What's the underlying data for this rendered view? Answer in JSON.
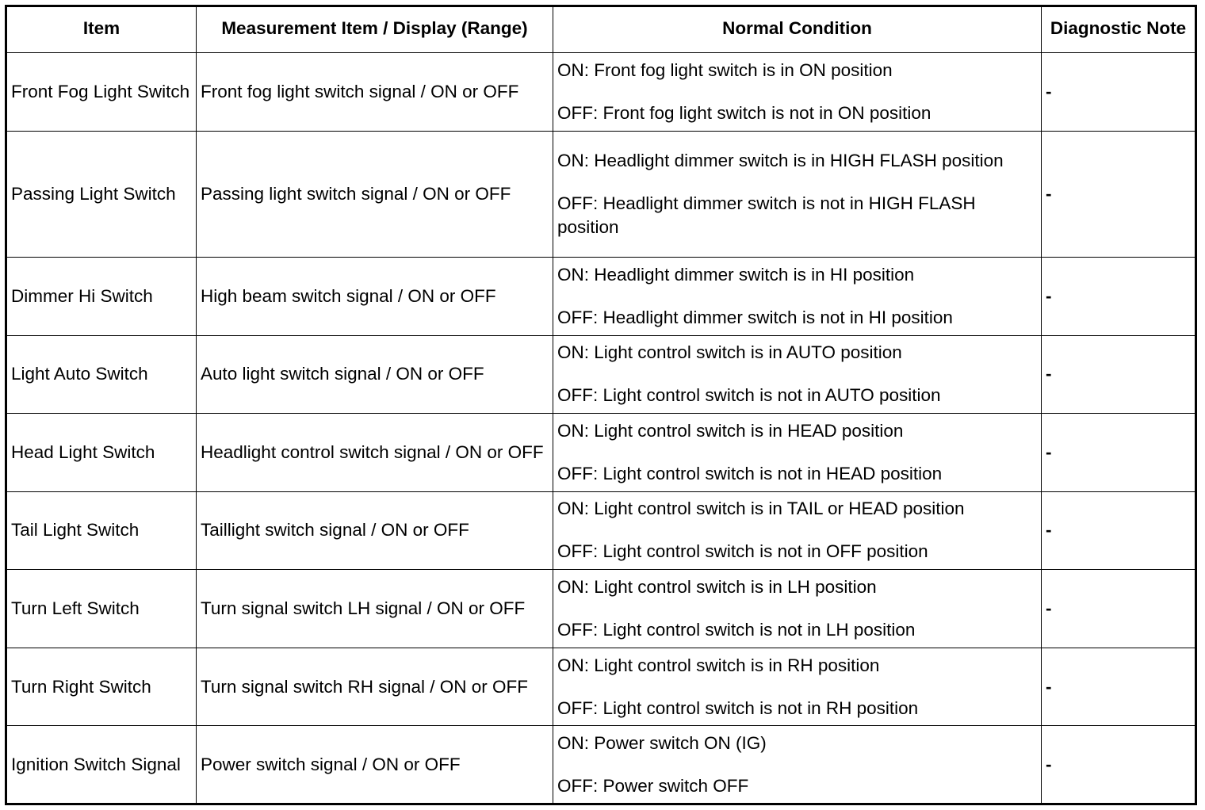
{
  "headers": {
    "item": "Item",
    "measurement": "Measurement Item / Display (Range)",
    "normal": "Normal Condition",
    "note": "Diagnostic Note"
  },
  "rows": [
    {
      "item": "Front Fog Light Switch",
      "measurement": "Front fog light switch signal / ON or OFF",
      "on": "ON: Front fog light switch is in ON position",
      "off": "OFF: Front fog light switch is not in ON position",
      "note": "-"
    },
    {
      "item": "Passing Light Switch",
      "measurement": "Passing light switch signal / ON or OFF",
      "on": "ON: Headlight dimmer switch is in HIGH FLASH position",
      "off": "OFF: Headlight dimmer switch is not in HIGH FLASH position",
      "note": "-"
    },
    {
      "item": "Dimmer Hi Switch",
      "measurement": "High beam switch signal / ON or OFF",
      "on": "ON: Headlight dimmer switch is in HI position",
      "off": "OFF: Headlight dimmer switch is not in HI position",
      "note": "-"
    },
    {
      "item": "Light Auto Switch",
      "measurement": "Auto light switch signal / ON or OFF",
      "on": "ON: Light control switch is in AUTO position",
      "off": "OFF: Light control switch is not in AUTO position",
      "note": "-"
    },
    {
      "item": "Head Light Switch",
      "measurement": "Headlight control switch signal / ON or OFF",
      "on": "ON: Light control switch is in HEAD position",
      "off": "OFF: Light control switch is not in HEAD position",
      "note": "-"
    },
    {
      "item": "Tail Light Switch",
      "measurement": "Taillight switch signal / ON or OFF",
      "on": "ON: Light control switch is in TAIL or HEAD position",
      "off": "OFF: Light control switch is not in OFF position",
      "note": "-"
    },
    {
      "item": "Turn Left Switch",
      "measurement": "Turn signal switch LH signal / ON or OFF",
      "on": "ON: Light control switch is in LH position",
      "off": "OFF: Light control switch is not in LH position",
      "note": "-"
    },
    {
      "item": "Turn Right Switch",
      "measurement": "Turn signal switch RH signal / ON or OFF",
      "on": "ON: Light control switch is in RH position",
      "off": "OFF: Light control switch is not in RH position",
      "note": "-"
    },
    {
      "item": "Ignition Switch Signal",
      "measurement": "Power switch signal / ON or OFF",
      "on": "ON: Power switch ON (IG)",
      "off": "OFF: Power switch OFF",
      "note": "-"
    }
  ]
}
